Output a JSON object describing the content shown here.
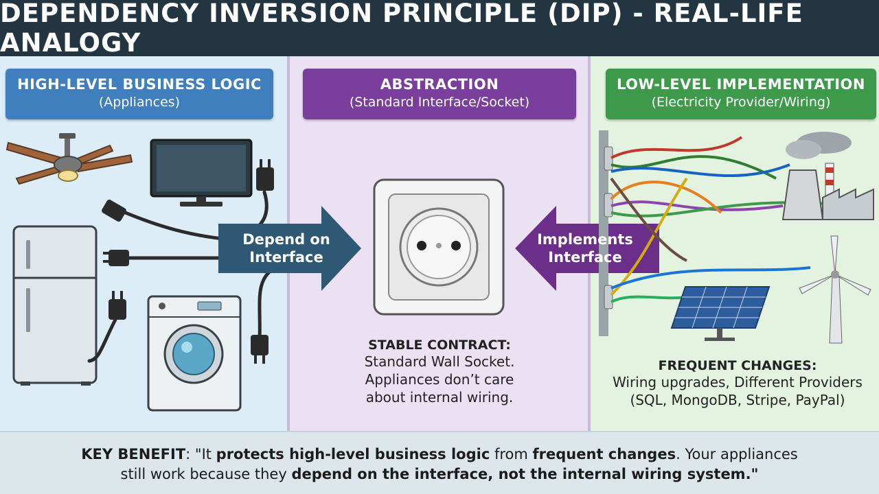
{
  "title": "DEPENDENCY INVERSION PRINCIPLE (DIP) - REAL-LIFE ANALOGY",
  "left": {
    "heading": "HIGH-LEVEL BUSINESS LOGIC",
    "subheading": "(Appliances)",
    "arrow_line1": "Depend on",
    "arrow_line2": "Interface",
    "arrow_color": "#2e5873"
  },
  "middle": {
    "heading": "ABSTRACTION",
    "subheading": "(Standard Interface/Socket)",
    "caption_title": "STABLE CONTRACT:",
    "caption_line1": "Standard Wall Socket.",
    "caption_line2": "Appliances don’t care",
    "caption_line3": "about internal wiring."
  },
  "right": {
    "heading": "LOW-LEVEL IMPLEMENTATION",
    "subheading": "(Electricity Provider/Wiring)",
    "arrow_line1": "Implements",
    "arrow_line2": "Interface",
    "arrow_color": "#6b2f8a",
    "caption_title": "FREQUENT CHANGES:",
    "caption_line1": "Wiring upgrades, Different Providers",
    "caption_line2": "(SQL, MongoDB, Stripe, PayPal)"
  },
  "footer": {
    "label": "KEY BENEFIT",
    "part1": ": \"It ",
    "bold1": "protects high-level business logic",
    "part2": " from ",
    "bold2": "frequent changes",
    "part3": ". Your appliances",
    "part4": "still work because they ",
    "bold3": "depend on the interface, not the internal wiring system.\""
  },
  "icons": [
    "ceiling-fan-icon",
    "tv-icon",
    "refrigerator-icon",
    "washing-machine-icon",
    "plug-icon",
    "wall-socket-icon",
    "power-plant-icon",
    "solar-panel-icon",
    "wind-turbine-icon",
    "sparkle-icon"
  ]
}
